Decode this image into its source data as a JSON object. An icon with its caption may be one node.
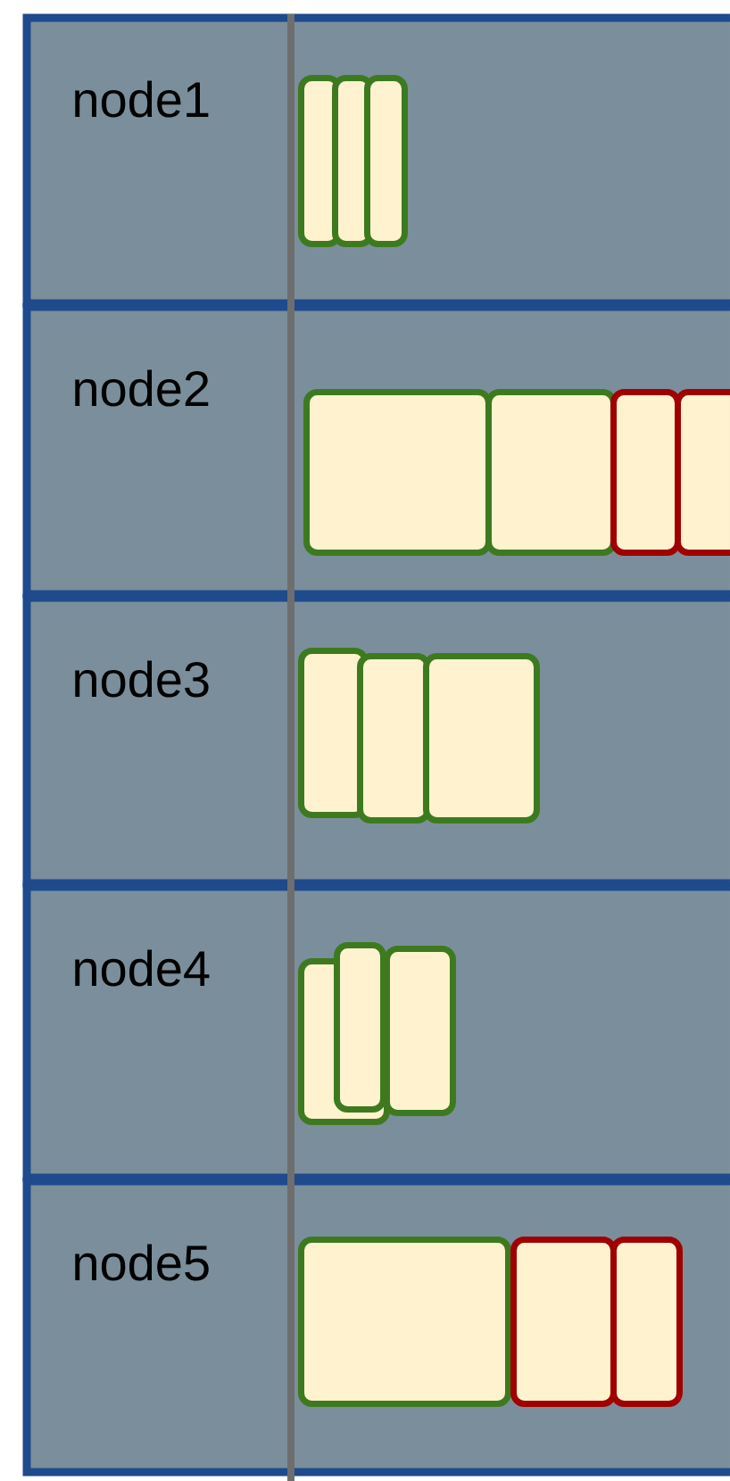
{
  "diagram": {
    "nodes": [
      {
        "text": [
          "node1"
        ]
      },
      {
        "text": [],
        "shape": "box",
        "in": 0
      },
      {
        "text": [],
        "shape": "box",
        "in": 0
      },
      {
        "text": [],
        "shape": "box",
        "in": 0
      },
      {
        "text": [
          "node2"
        ]
      },
      {
        "text": [],
        "shape": "box",
        "in": 4
      },
      {
        "text": [],
        "shape": "box",
        "in": 4
      },
      {
        "text": [],
        "shape": "box",
        "in": 4
      },
      {
        "text": [],
        "shape": "box",
        "in": 4
      },
      {
        "text": [
          "node3"
        ]
      },
      {
        "text": [],
        "shape": "box",
        "in": 9
      },
      {
        "text": [],
        "shape": "box",
        "in": 9
      },
      {
        "text": [],
        "shape": "box",
        "in": 9
      },
      {
        "text": [
          "node4"
        ]
      },
      {
        "text": [],
        "shape": "box",
        "in": 13
      },
      {
        "text": [],
        "shape": "box",
        "in": 13
      },
      {
        "text": [],
        "shape": "box",
        "in": 13
      },
      {
        "text": [
          "node5"
        ]
      },
      {
        "text": [],
        "shape": "box",
        "in": 17
      },
      {
        "text": [],
        "shape": "box",
        "in": 17
      },
      {
        "text": [],
        "shape": "box",
        "in": 17
      }
    ]
  }
}
